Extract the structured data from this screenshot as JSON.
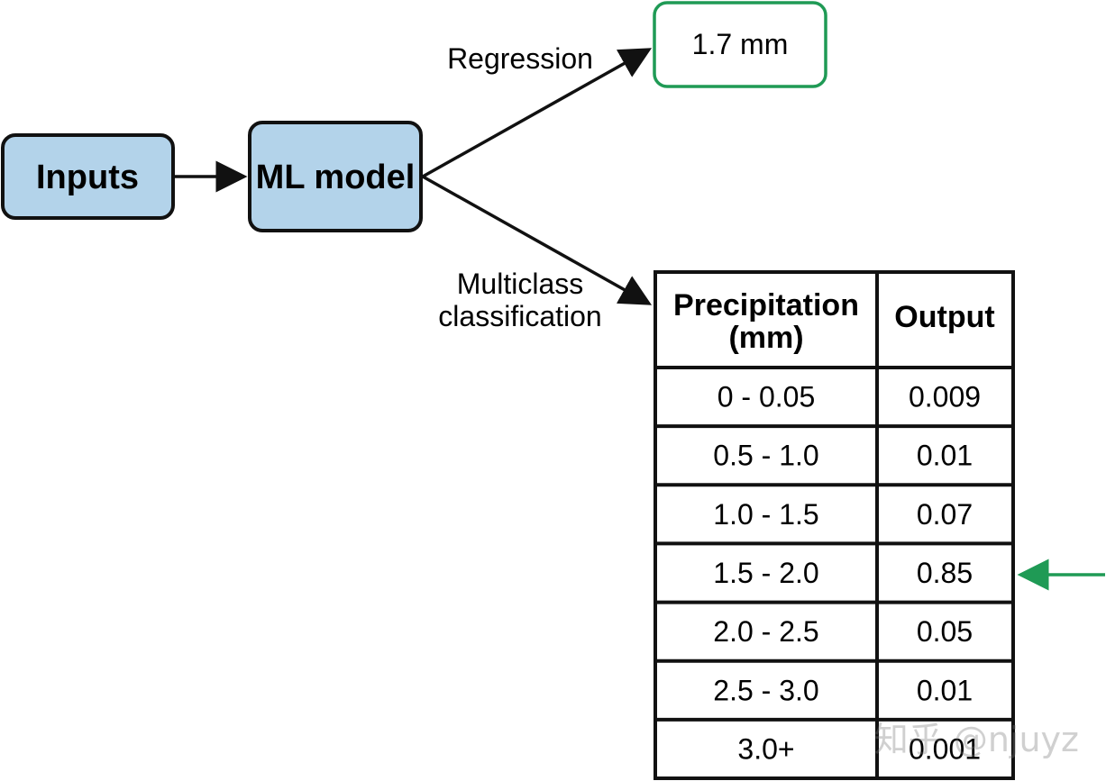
{
  "diagram": {
    "nodes": {
      "inputs": {
        "label": "Inputs"
      },
      "model": {
        "label": "ML model"
      },
      "regression_output": {
        "label": "1.7 mm"
      }
    },
    "edges": {
      "regression": {
        "label": "Regression"
      },
      "classification": {
        "label_line1": "Multiclass",
        "label_line2": "classification"
      }
    },
    "table": {
      "headers": {
        "precip_line1": "Precipitation",
        "precip_line2": "(mm)",
        "output": "Output"
      },
      "rows": [
        {
          "range": "0 - 0.05",
          "output": "0.009"
        },
        {
          "range": "0.5 - 1.0",
          "output": "0.01"
        },
        {
          "range": "1.0 - 1.5",
          "output": "0.07"
        },
        {
          "range": "1.5 - 2.0",
          "output": "0.85"
        },
        {
          "range": "2.0 - 2.5",
          "output": "0.05"
        },
        {
          "range": "2.5 - 3.0",
          "output": "0.01"
        },
        {
          "range": "3.0+",
          "output": "0.001"
        }
      ],
      "highlighted_row": 3
    },
    "colors": {
      "box_fill": "#b3d3ea",
      "box_stroke": "#111111",
      "green": "#1f9a55",
      "line": "#111111"
    }
  },
  "watermark": "知乎 @njuyz"
}
